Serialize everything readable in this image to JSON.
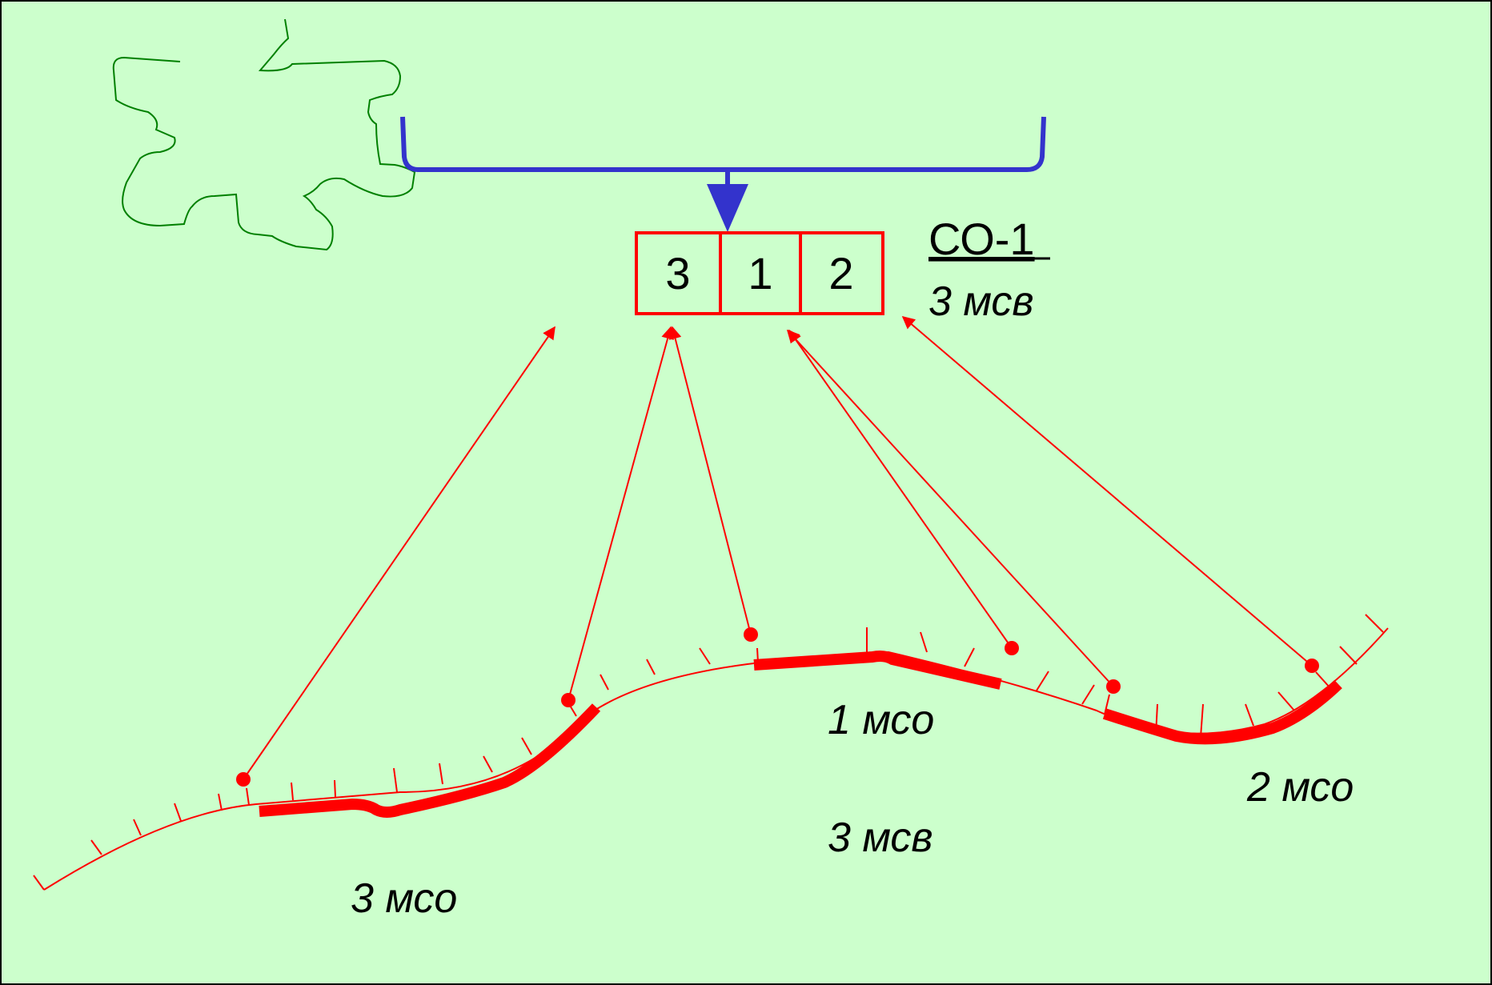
{
  "colors": {
    "background": "#ccffcc",
    "frame": "#000000",
    "river": "#ff0000",
    "collector": "#3333cc",
    "basin_outline": "#008000",
    "text": "#000000"
  },
  "code_box": {
    "cells": [
      "3",
      "1",
      "2"
    ]
  },
  "station_label": {
    "name": "СО-1",
    "unit": "3 мсв"
  },
  "section_labels": {
    "left": "3 мсо",
    "middle": "1 мсо",
    "right": "2 мсо",
    "center_bottom": "3 мсв"
  },
  "icons": {
    "basin": "basin-outline-icon",
    "collector": "collector-bracket-icon",
    "arrow": "arrow-down-icon"
  }
}
